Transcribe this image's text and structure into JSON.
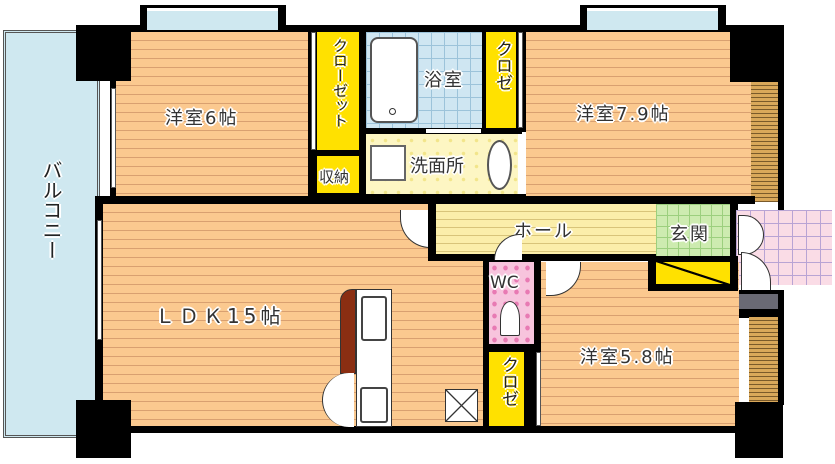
{
  "floor_plan": {
    "rooms": {
      "balcony": {
        "label": "バルコニー",
        "color": "#cfe8f0"
      },
      "western_room_1": {
        "label": "洋室6帖"
      },
      "western_room_2": {
        "label": "洋室7.9帖"
      },
      "western_room_3": {
        "label": "洋室5.8帖"
      },
      "ldk": {
        "label": "ＬＤＫ15帖"
      },
      "bathroom": {
        "label": "浴室"
      },
      "washroom": {
        "label": "洗面所"
      },
      "hall": {
        "label": "ホール"
      },
      "entrance": {
        "label": "玄関"
      },
      "toilet": {
        "label": "WC"
      }
    },
    "storage": {
      "closet_1": {
        "label": "クローゼット"
      },
      "closet_2": {
        "label": "クロゼ"
      },
      "closet_3": {
        "label": "クロゼ"
      },
      "storage_1": {
        "label": "収納"
      }
    },
    "colors": {
      "wood_floor": "#fbc98f",
      "closet": "#ffe100",
      "bath_tile": "#cfe6f2",
      "entrance_tile": "#cdebb0",
      "wc_floor": "#f7c4dd",
      "wall": "#000000"
    }
  }
}
